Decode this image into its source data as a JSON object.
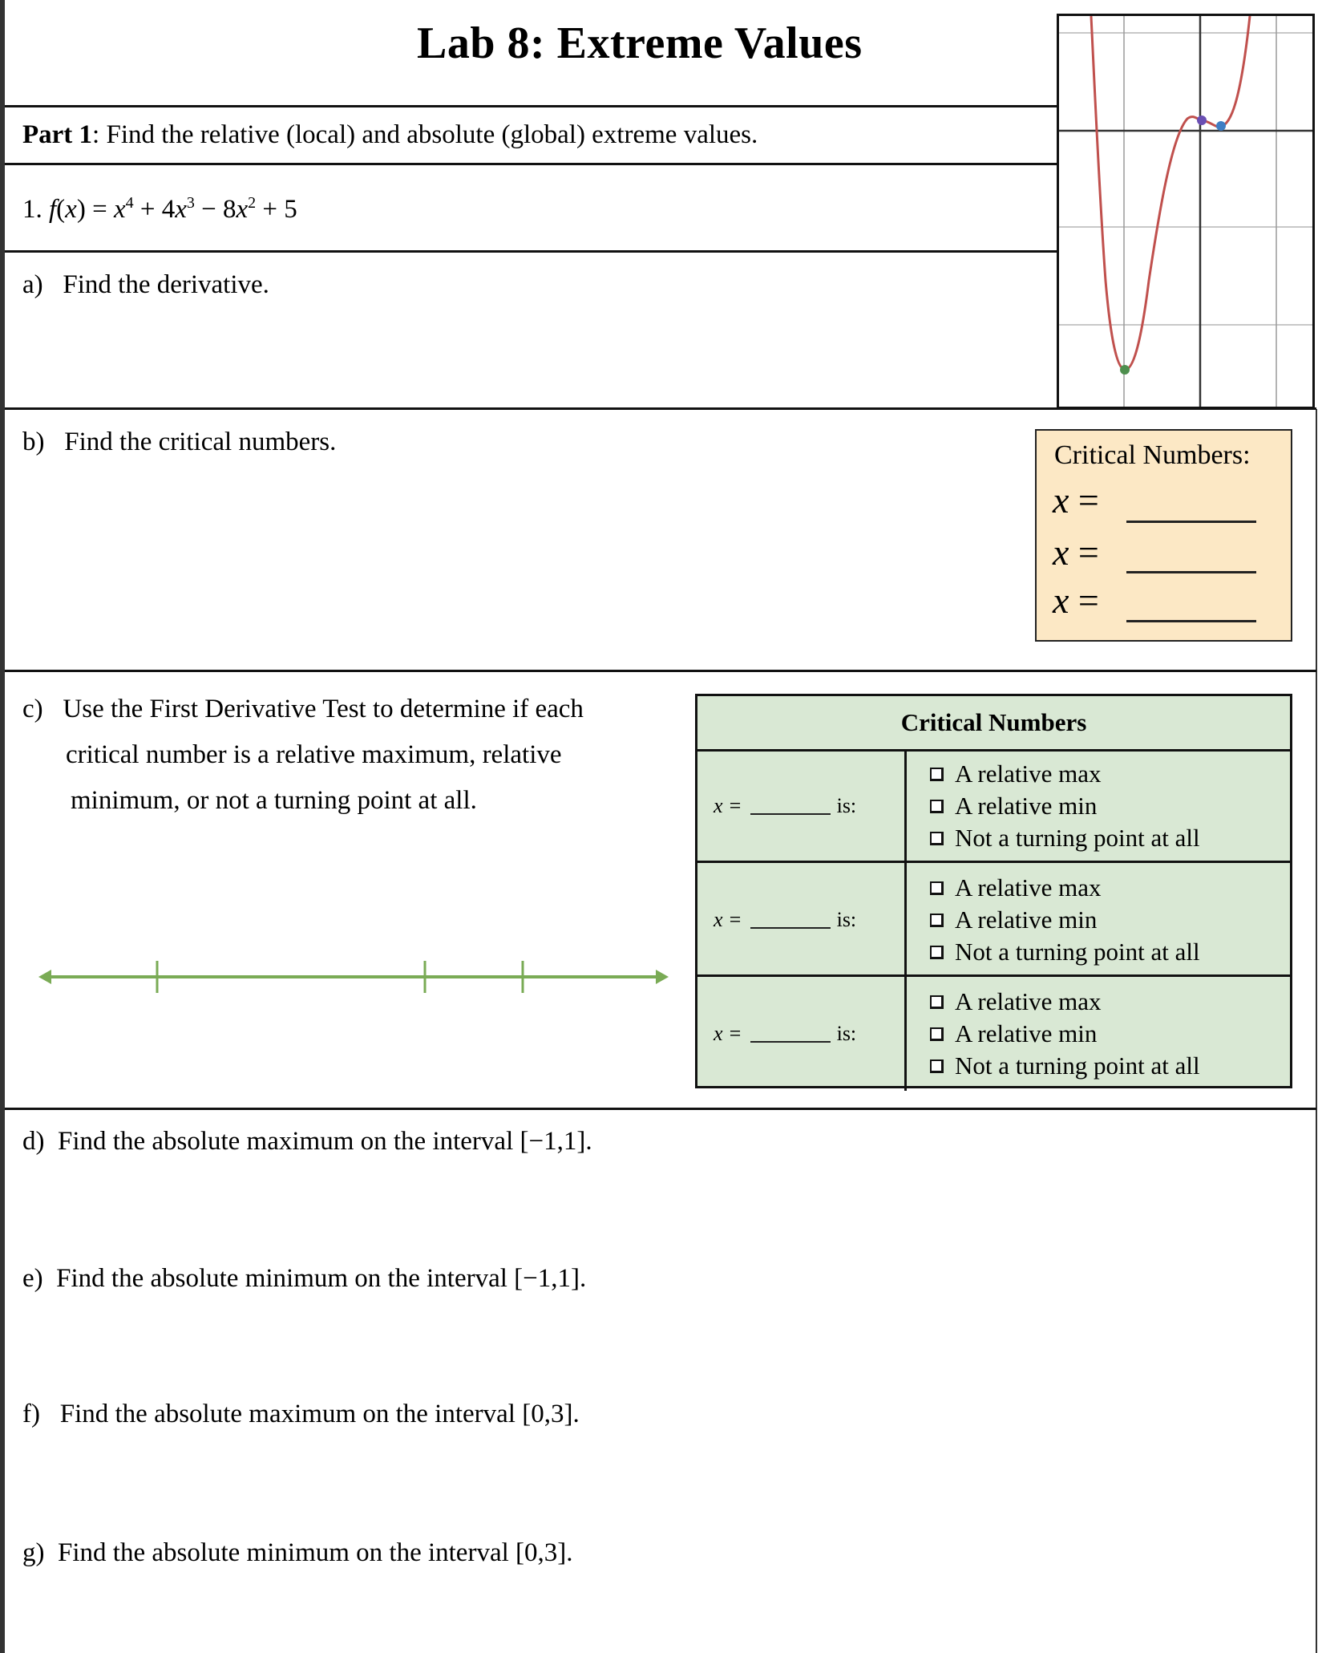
{
  "header": {
    "title": "Lab 8: Extreme Values"
  },
  "part1": {
    "label": "Part 1",
    "instruction": ": Find the relative (local) and absolute (global) extreme values."
  },
  "problem": {
    "number": "1.",
    "function_lhs": "f (x) = ",
    "function_text": "f(x) = x⁴ + 4x³ − 8x² + 5"
  },
  "questions": {
    "a": {
      "label": "a)",
      "text": "Find the derivative."
    },
    "b": {
      "label": "b)",
      "text": "Find the critical numbers."
    },
    "c": {
      "label": "c)",
      "line1": "Use the First Derivative Test to determine if each",
      "line2": "critical number is a relative maximum, relative",
      "line3": "minimum, or not a turning point at all."
    },
    "d": {
      "label": "d)",
      "text": "Find the absolute maximum on the interval [−1,1]."
    },
    "e": {
      "label": "e)",
      "text": "Find the absolute minimum on the interval [−1,1]."
    },
    "f": {
      "label": "f)",
      "text": "Find the absolute maximum on the interval [0,3]."
    },
    "g": {
      "label": "g)",
      "text": "Find the absolute minimum on the interval [0,3]."
    }
  },
  "critical_box": {
    "title": "Critical Numbers:",
    "rows": [
      {
        "var": "x",
        "eq": "="
      },
      {
        "var": "x",
        "eq": "="
      },
      {
        "var": "x",
        "eq": "="
      }
    ],
    "background": "#fce8c5"
  },
  "critical_table": {
    "header": "Critical Numbers",
    "background": "#d9e8d4",
    "rows": [
      {
        "prefix": "x =",
        "suffix": "is:",
        "options": [
          "A relative max",
          "A relative min",
          "Not a turning point at all"
        ]
      },
      {
        "prefix": "x =",
        "suffix": "is:",
        "options": [
          "A relative max",
          "A relative min",
          "Not a turning point at all"
        ]
      },
      {
        "prefix": "x =",
        "suffix": "is:",
        "options": [
          "A relative max",
          "A relative min",
          "Not a turning point at all"
        ]
      }
    ]
  },
  "number_line": {
    "color": "#7aab55",
    "tick_count": 3
  },
  "graph": {
    "curve_color": "#c0504d",
    "points": [
      {
        "name": "relative-min-point",
        "color": "#4e8f4e"
      },
      {
        "name": "relative-max-point",
        "color": "#6a4fb3"
      },
      {
        "name": "second-min-point",
        "color": "#3f7ec4"
      }
    ]
  }
}
